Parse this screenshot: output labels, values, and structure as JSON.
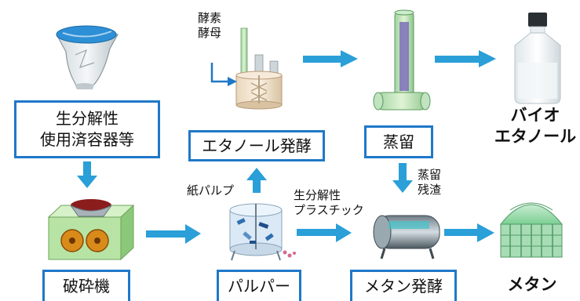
{
  "boxes": {
    "biodegradable": "生分解性\n使用済容器等",
    "crusher": "破砕機",
    "ethanol_fermentation": "エタノール発酵",
    "pulper": "パルパー",
    "distillation": "蒸留",
    "methane_fermentation": "メタン発酵"
  },
  "labels": {
    "enzyme_yeast": "酵素\n酵母",
    "paper_pulp": "紙パルプ",
    "biodegradable_plastic": "生分解性\nプラスチック",
    "distillation_residue": "蒸留\n残渣"
  },
  "outputs": {
    "bioethanol": "バイオ\nエタノール",
    "methane": "メタン"
  },
  "colors": {
    "box_border": "#1f78c8",
    "arrow": "#2a9fd8",
    "arrow_dark": "#1f78c8"
  }
}
